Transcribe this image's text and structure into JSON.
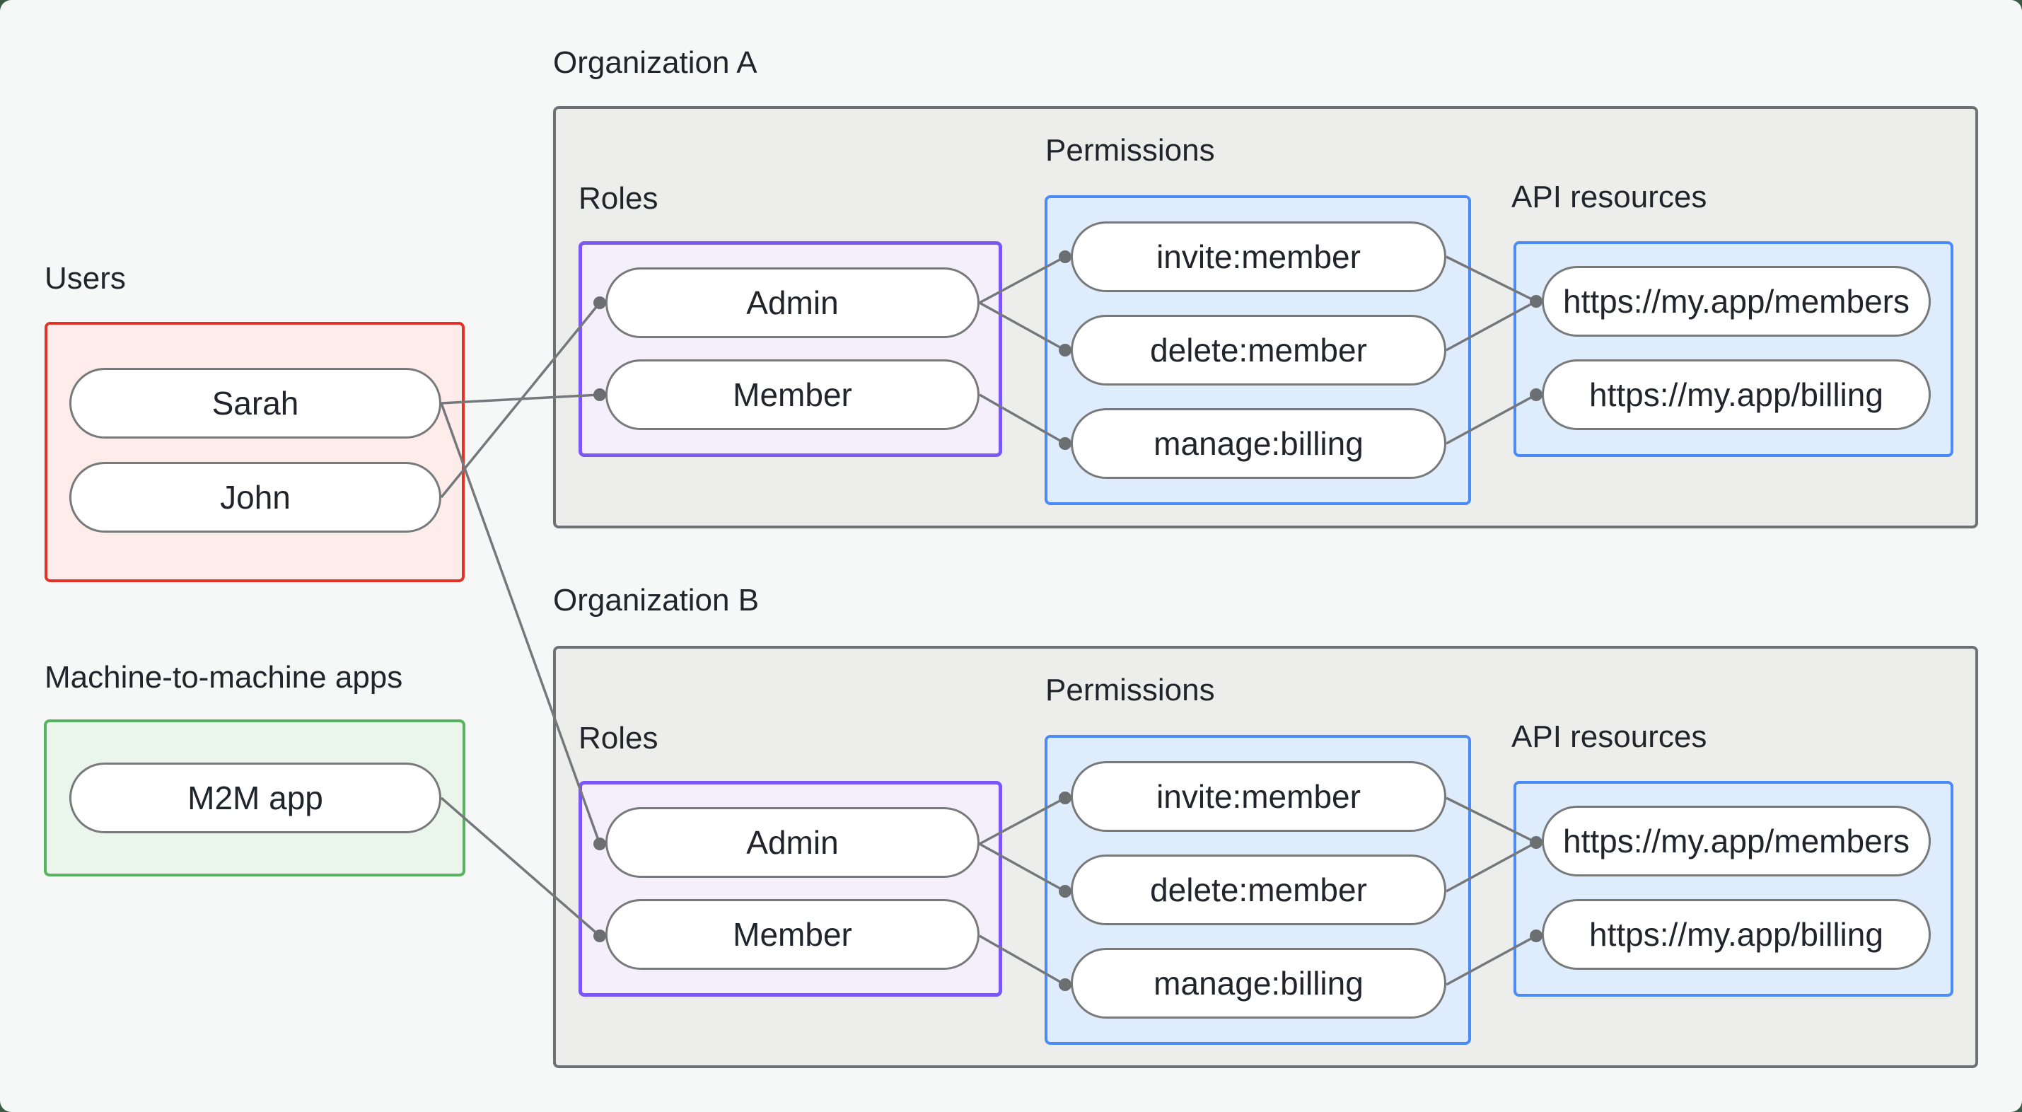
{
  "colors": {
    "page_bg": "#f5f8f6",
    "outside_corner": "#3a5a46",
    "users_border": "#e23327",
    "users_fill": "#fdecea",
    "m2m_border": "#57b35f",
    "m2m_fill": "#eaf6eb",
    "org_border": "#6d7175",
    "org_fill": "#ededec",
    "roles_border": "#7b58f5",
    "roles_fill": "#f5effc",
    "blue_border": "#4b8bf7",
    "blue_fill": "#dfecfb",
    "pill_border": "#77797b",
    "connector": "#75787b",
    "text": "#20252b"
  },
  "groups": {
    "users": {
      "label": "Users",
      "items": [
        "Sarah",
        "John"
      ]
    },
    "m2m": {
      "label": "Machine-to-machine apps",
      "items": [
        "M2M app"
      ]
    }
  },
  "organizations": [
    {
      "label": "Organization A",
      "sections": {
        "roles": {
          "label": "Roles",
          "items": [
            "Admin",
            "Member"
          ]
        },
        "permissions": {
          "label": "Permissions",
          "items": [
            "invite:member",
            "delete:member",
            "manage:billing"
          ]
        },
        "api": {
          "label": "API resources",
          "items": [
            "https://my.app/members",
            "https://my.app/billing"
          ]
        }
      }
    },
    {
      "label": "Organization B",
      "sections": {
        "roles": {
          "label": "Roles",
          "items": [
            "Admin",
            "Member"
          ]
        },
        "permissions": {
          "label": "Permissions",
          "items": [
            "invite:member",
            "delete:member",
            "manage:billing"
          ]
        },
        "api": {
          "label": "API resources",
          "items": [
            "https://my.app/members",
            "https://my.app/billing"
          ]
        }
      }
    }
  ],
  "edges": [
    {
      "from": "Sarah",
      "to": "Org A / Member"
    },
    {
      "from": "John",
      "to": "Org A / Admin"
    },
    {
      "from": "Sarah",
      "to": "Org B / Admin"
    },
    {
      "from": "M2M app",
      "to": "Org B / Member"
    },
    {
      "from": "Org A / Admin",
      "to": "Org A / invite:member"
    },
    {
      "from": "Org A / Admin",
      "to": "Org A / delete:member"
    },
    {
      "from": "Org A / Member",
      "to": "Org A / manage:billing"
    },
    {
      "from": "Org A / invite:member",
      "to": "Org A / https://my.app/members"
    },
    {
      "from": "Org A / delete:member",
      "to": "Org A / https://my.app/members"
    },
    {
      "from": "Org A / manage:billing",
      "to": "Org A / https://my.app/billing"
    },
    {
      "from": "Org B / Admin",
      "to": "Org B / invite:member"
    },
    {
      "from": "Org B / Admin",
      "to": "Org B / delete:member"
    },
    {
      "from": "Org B / Member",
      "to": "Org B / manage:billing"
    },
    {
      "from": "Org B / invite:member",
      "to": "Org B / https://my.app/members"
    },
    {
      "from": "Org B / delete:member",
      "to": "Org B / https://my.app/members"
    },
    {
      "from": "Org B / manage:billing",
      "to": "Org B / https://my.app/billing"
    }
  ]
}
